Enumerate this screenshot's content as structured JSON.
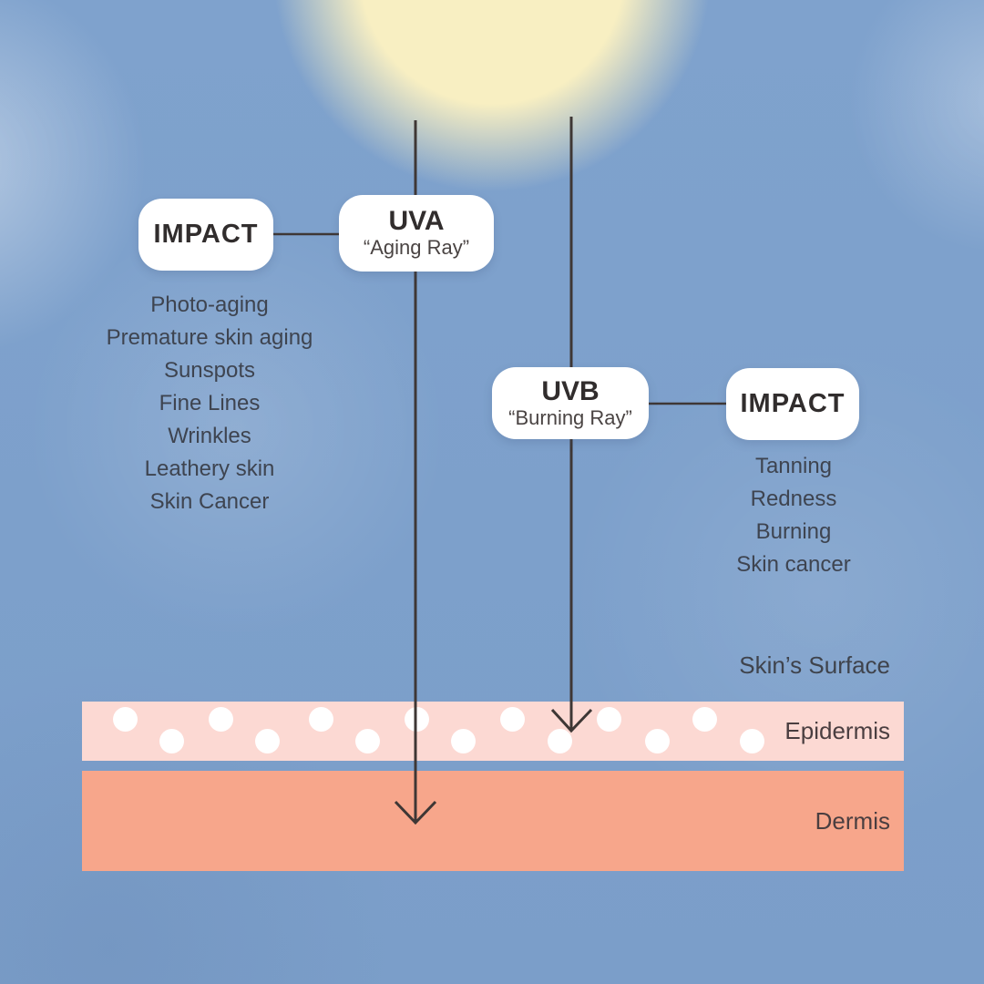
{
  "colors": {
    "sky": "#7da0cb",
    "sun": "#f8efc2",
    "epidermis": "#fcd9d3",
    "dermis": "#f7a68b",
    "line": "#3e3735",
    "text_dark": "#312d2d",
    "text_body": "#3e4450"
  },
  "uva": {
    "impact_label": "IMPACT",
    "name": "UVA",
    "nickname": "“Aging Ray”",
    "impacts": [
      "Photo-aging",
      "Premature skin aging",
      "Sunspots",
      "Fine Lines",
      "Wrinkles",
      "Leathery skin",
      "Skin Cancer"
    ]
  },
  "uvb": {
    "impact_label": "IMPACT",
    "name": "UVB",
    "nickname": "“Burning Ray”",
    "impacts": [
      "Tanning",
      "Redness",
      "Burning",
      "Skin cancer"
    ]
  },
  "skin": {
    "surface_label": "Skin’s Surface",
    "epidermis_label": "Epidermis",
    "dermis_label": "Dermis"
  }
}
